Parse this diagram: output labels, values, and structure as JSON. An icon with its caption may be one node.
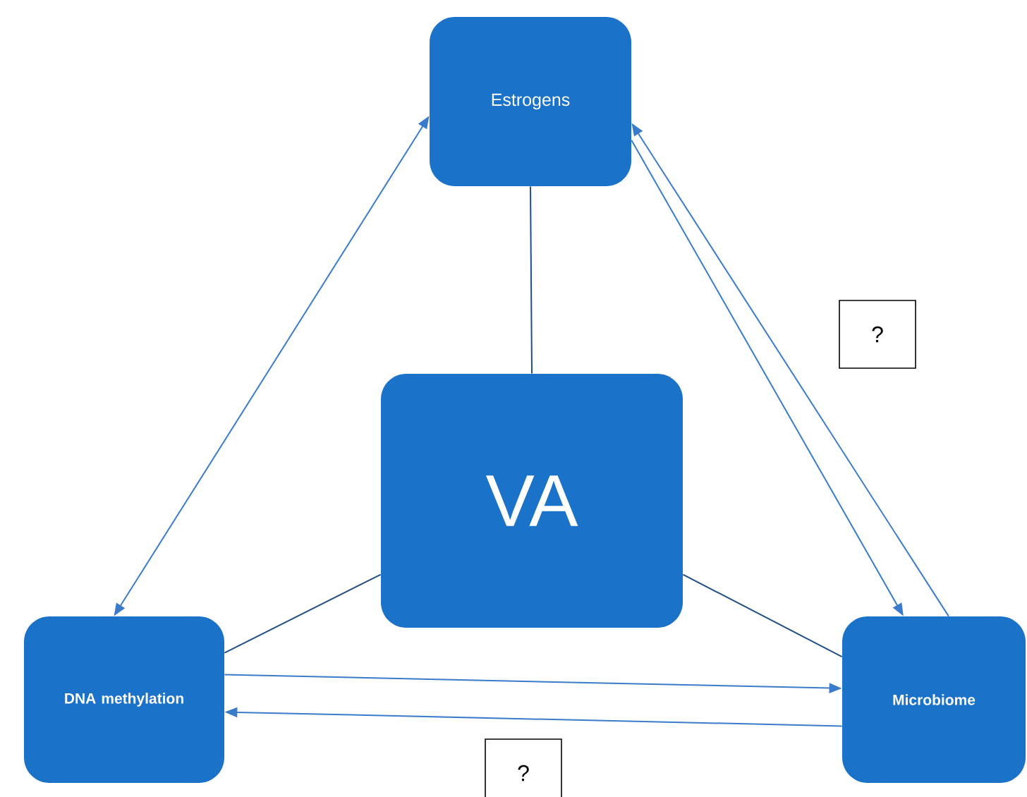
{
  "diagram": {
    "nodes": [
      {
        "text": [
          "Estrogens"
        ]
      },
      {
        "text": [
          "VA"
        ]
      },
      {
        "text": [
          "DNA methylation"
        ]
      },
      {
        "text": [
          "Microbiome"
        ]
      }
    ],
    "edges": [
      {
        "from": 0,
        "to": 1,
        "arrow": "none",
        "color": "#1f4e8c"
      },
      {
        "from": 1,
        "to": 2,
        "arrow": "none",
        "color": "#1f4e8c"
      },
      {
        "from": 1,
        "to": 3,
        "arrow": "none",
        "color": "#1f4e8c"
      },
      {
        "from": 0,
        "to": 2,
        "arrow": "both"
      },
      {
        "from": 0,
        "to": 3,
        "arrow": "to"
      },
      {
        "from": 3,
        "to": 0,
        "arrow": "to"
      },
      {
        "from": 2,
        "to": 3,
        "arrow": "to"
      },
      {
        "from": 3,
        "to": 2,
        "arrow": "to"
      }
    ],
    "labels": [
      "?",
      "?"
    ]
  }
}
